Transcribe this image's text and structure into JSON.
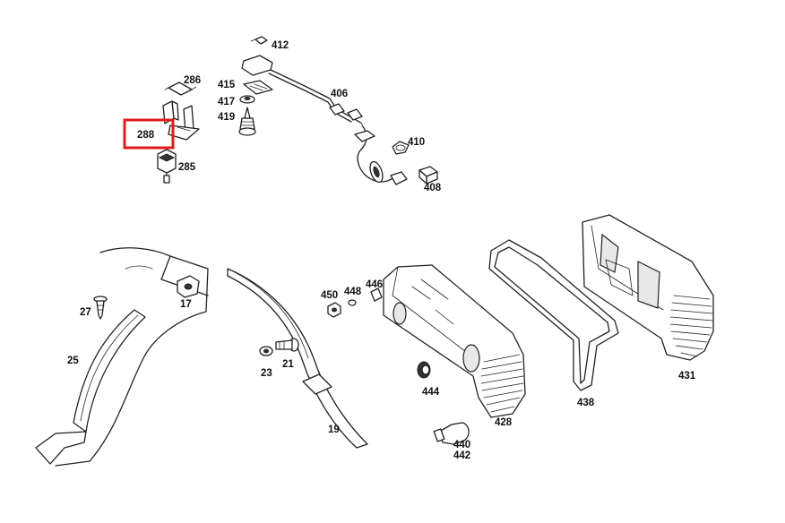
{
  "diagram": {
    "highlight_color": "#e01b1b",
    "highlighted_part": "288",
    "labels": {
      "p412": "412",
      "p286": "286",
      "p415": "415",
      "p417": "417",
      "p419": "419",
      "p406": "406",
      "p288": "288",
      "p285": "285",
      "p410": "410",
      "p408": "408",
      "p27": "27",
      "p17": "17",
      "p25": "25",
      "p450": "450",
      "p448": "448",
      "p446": "446",
      "p23": "23",
      "p21": "21",
      "p444": "444",
      "p438": "438",
      "p431": "431",
      "p428": "428",
      "p19": "19",
      "p440": "440",
      "p442": "442"
    }
  }
}
